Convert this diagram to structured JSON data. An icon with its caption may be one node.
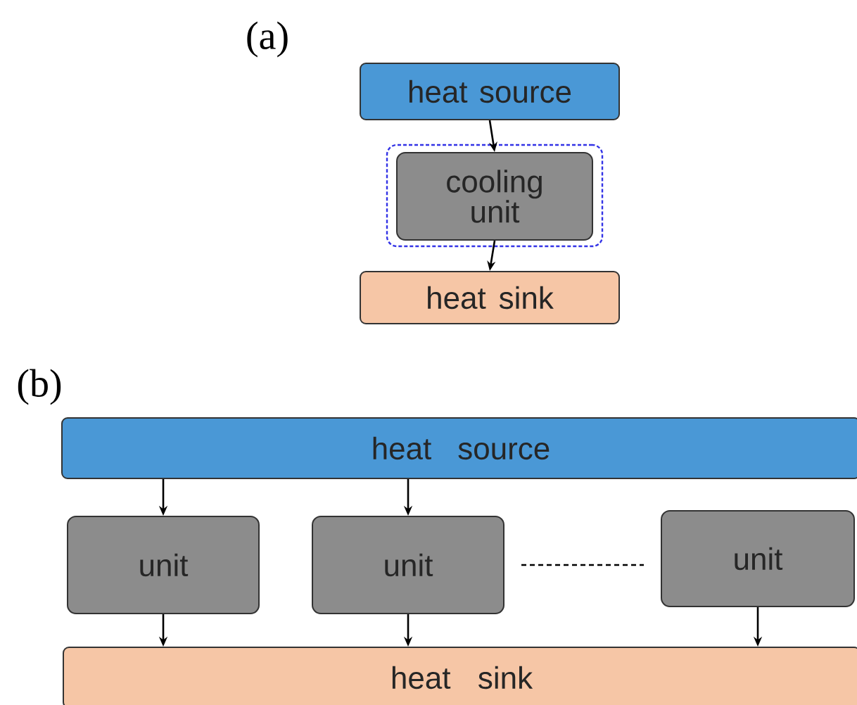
{
  "diagram": {
    "nodes": [
      {
        "text": [
          "heat source"
        ]
      },
      {
        "text": [],
        "shape": "box"
      },
      {
        "text": [
          "cooling unit"
        ],
        "in": 1
      },
      {
        "text": [
          "heat sink"
        ]
      },
      {
        "text": [
          "heat source"
        ]
      },
      {
        "text": [
          "unit"
        ]
      },
      {
        "text": [
          "unit"
        ]
      },
      {
        "text": [
          "unit"
        ]
      },
      {
        "text": [
          "heat sink"
        ]
      }
    ],
    "edges": [
      {
        "from": 0,
        "to": 2,
        "arrow": "to"
      },
      {
        "from": 2,
        "to": 3,
        "arrow": "to"
      },
      {
        "from": 4,
        "to": 5,
        "arrow": "to"
      },
      {
        "from": 4,
        "to": 6,
        "arrow": "to"
      },
      {
        "from": 6,
        "to": 7,
        "arrow": "none",
        "style": "dashed"
      },
      {
        "from": 5,
        "to": 8,
        "arrow": "to"
      },
      {
        "from": 6,
        "to": 8,
        "arrow": "to"
      },
      {
        "from": 7,
        "to": 8,
        "arrow": "to"
      }
    ],
    "labels": [
      "(a)",
      "(b)"
    ]
  }
}
